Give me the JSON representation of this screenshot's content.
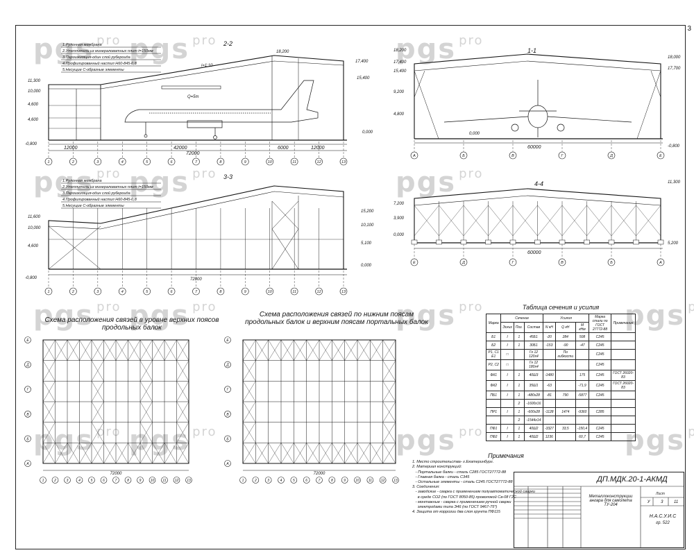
{
  "watermark": {
    "brand": "pgs",
    "suffix": "pro"
  },
  "page_number": "3",
  "sections": {
    "s22": "2-2",
    "s11": "1-1",
    "s33": "3-3",
    "s44": "4-4"
  },
  "slope": "i=1:10",
  "q_label": "Q=5т",
  "layers": [
    "1.Рулонная мембрана",
    "2.Утеплитель из минераловатных плит t=150мм",
    "3.Пароизоляция-один слой рубероида",
    "4.Профилированный настил Н60-845-0,8",
    "5.Несущие С-образные элементы"
  ],
  "levels": {
    "l18200": "18,200",
    "l17400": "17,400",
    "l15400": "15,400",
    "l11300": "11,300",
    "l10000": "10,000",
    "l4600": "4,600",
    "l0800": "-0,800",
    "l0000": "0,000",
    "l18000": "18,000",
    "l17700": "17,700",
    "l9200": "9,200",
    "l4800": "4,800",
    "l11600": "11,600",
    "l15200": "15,200",
    "l10100": "10,100",
    "l5100": "5,100",
    "l7200": "7,200",
    "l3900": "3,900",
    "l5200": "5,200"
  },
  "dims": {
    "d12000a": "12000",
    "d42000": "42000",
    "d6000": "6000",
    "d12000b": "12000",
    "d72000": "72000",
    "d60000": "60000",
    "d6000x": "6000"
  },
  "axes_num": [
    "1",
    "2",
    "3",
    "4",
    "5",
    "6",
    "7",
    "8",
    "9",
    "10",
    "11",
    "12",
    "13"
  ],
  "axes_let": [
    "А",
    "Б",
    "В",
    "Г",
    "Д",
    "Е"
  ],
  "plan_titles": {
    "left": [
      "Схема расположения связей в уровне верхних поясов",
      "продольных балок"
    ],
    "right": [
      "Схема расположения связей по нижним поясам",
      "продольных балок и верхним поясам   портальных балок"
    ]
  },
  "section_labels": {
    "top": "1",
    "bottom": "1",
    "mid": "2",
    "right": "3"
  },
  "table": {
    "title": "Таблица сечения и усилия",
    "head": [
      "Марка",
      "Сечение",
      "Усилия",
      "Марка стали по ГОСТ 27772-88",
      "Примечание"
    ],
    "subhead": [
      "Эскиз",
      "Поз.",
      "Состав",
      "N кН",
      "Q кН",
      "M кНм"
    ],
    "rows": [
      [
        "Б1",
        "I",
        "1",
        "45Б1",
        "-20",
        "284",
        "508",
        "С245",
        ""
      ],
      [
        "Б2",
        "I",
        "1",
        "30Б1",
        "-153",
        "-90",
        "-47",
        "С245",
        ""
      ],
      [
        "Р1, С1 Е1",
        "□",
        "",
        "Гн 12 120х4",
        "",
        "По гибкости",
        "",
        "С245",
        ""
      ],
      [
        "Р2, С2",
        "□",
        "",
        "Гн 12 180х4",
        "",
        "",
        "",
        "С245",
        ""
      ],
      [
        "ФК1",
        "I",
        "1",
        "40Ш3",
        "-1480",
        "",
        "175",
        "С245",
        "ГОСТ 26020-83"
      ],
      [
        "ФК2",
        "I",
        "1",
        "35Ш1",
        "-63",
        "",
        "-71,9",
        "С245",
        "ГОСТ 26020-83"
      ],
      [
        "ПБ1",
        "I",
        "1",
        "-480х28",
        "-81",
        "790",
        "-5877",
        "С245",
        ""
      ],
      [
        "",
        "",
        "2",
        "-1600х16",
        "",
        "",
        "",
        "",
        ""
      ],
      [
        "ПР1",
        "I",
        "1",
        "-600х28",
        "-1128",
        "1474",
        "-9360",
        "С285",
        ""
      ],
      [
        "",
        "",
        "2",
        "-1544х14",
        "",
        "",
        "",
        "",
        ""
      ],
      [
        "ПФ1",
        "I",
        "1",
        "40Ш2",
        "-3327",
        "33,5",
        "-150,4",
        "С245",
        ""
      ],
      [
        "ПФ2",
        "I",
        "1",
        "40Ш2",
        "1236",
        "",
        "60,7",
        "С245",
        ""
      ]
    ]
  },
  "notes": {
    "title": "Примечания",
    "lines": [
      "1. Место строительства- г.Екатеринбург.",
      "2. Материал конструкций:",
      "   - Портальные балки - сталь С285 ГОСТ27772-88",
      "   - Главная балка - сталь С345",
      "   - Остальные элементы - сталь С245 ГОСТ27772-88",
      "3. Соединения:",
      "   - заводские - сварка с применением полуавтоматической сварки",
      "     в среде СО2 (по ГОСТ 8050-85) проволокой Св-08 Г2С",
      "   - монтажные - сварка с применением ручной сварки",
      "     электродами типа Э46 (по ГОСТ 9467-75*)",
      "4. Защита от коррозии два слоя грунта ПФ115"
    ]
  },
  "stamp": {
    "code": "ДП.МДК.20-1-АКМД",
    "object": "Металлоконструкции ангара для самолета ТУ-204",
    "sheet_label": "Лист",
    "stage": "У",
    "sheet": "3",
    "sheets": "11",
    "org": "Н.А.С.У.И.С",
    "group": "гр. 522"
  }
}
